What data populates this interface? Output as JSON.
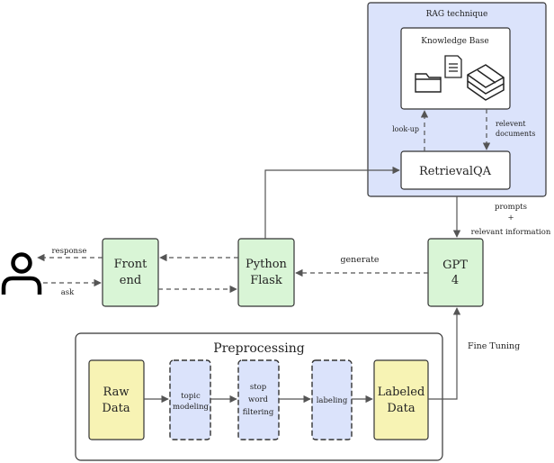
{
  "rag": {
    "title": "RAG technique",
    "knowledge_base": "Knowledge Base",
    "retrieval_qa": "RetrievalQA",
    "lookup": "look-up",
    "relevant_docs": [
      "relevent",
      "documents"
    ]
  },
  "gpt": {
    "lines": [
      "GPT",
      "4"
    ]
  },
  "flask": {
    "lines": [
      "Python",
      "Flask"
    ]
  },
  "frontend": {
    "lines": [
      "Front",
      "end"
    ]
  },
  "user": {
    "response": "response",
    "ask": "ask"
  },
  "edges": {
    "prompts": [
      "prompts",
      "+",
      "relevant information"
    ],
    "generate": "generate",
    "fine_tuning": "Fine Tuning"
  },
  "preprocessing": {
    "title": "Preprocessing",
    "raw": [
      "Raw",
      "Data"
    ],
    "topic": [
      "topic",
      "modeling"
    ],
    "stopword": [
      "stop",
      "word",
      "filtering"
    ],
    "labeling": "labeling",
    "labeled": [
      "Labeled",
      "Data"
    ]
  },
  "colors": {
    "rag_panel": "#dbe3fb",
    "green_box": "#d9f5d6",
    "yellow_box": "#f7f3b4",
    "blue_box": "#dbe3fb",
    "stroke": "#333333"
  }
}
